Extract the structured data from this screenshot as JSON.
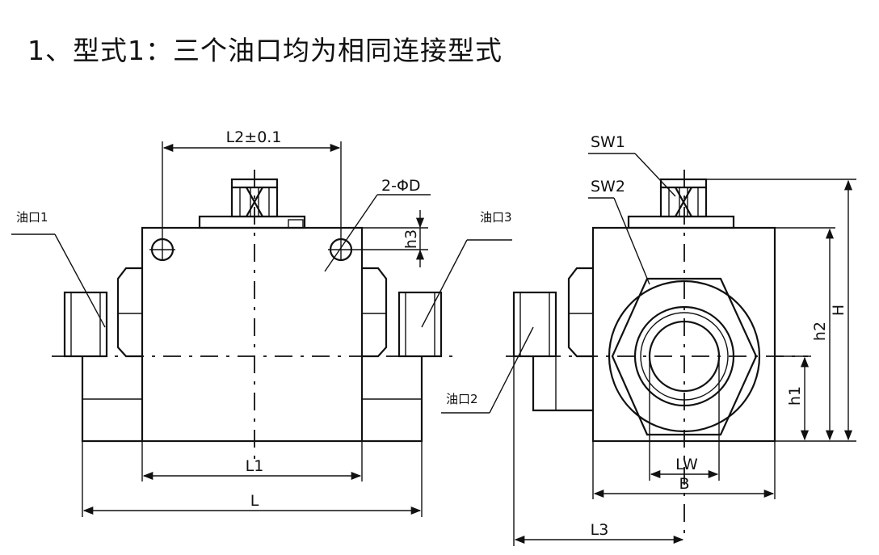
{
  "title": "1、型式1：三个油口均为相同连接型式",
  "labels": {
    "l2": "L2±0.1",
    "hole": "2-ΦD",
    "h3": "h3",
    "port1": "油口1",
    "port2": "油口2",
    "port3": "油口3",
    "l1": "L1",
    "l": "L",
    "sw1": "SW1",
    "sw2": "SW2",
    "h": "H",
    "h2": "h2",
    "h1": "h1",
    "lw": "LW",
    "b": "B",
    "l3": "L3"
  }
}
